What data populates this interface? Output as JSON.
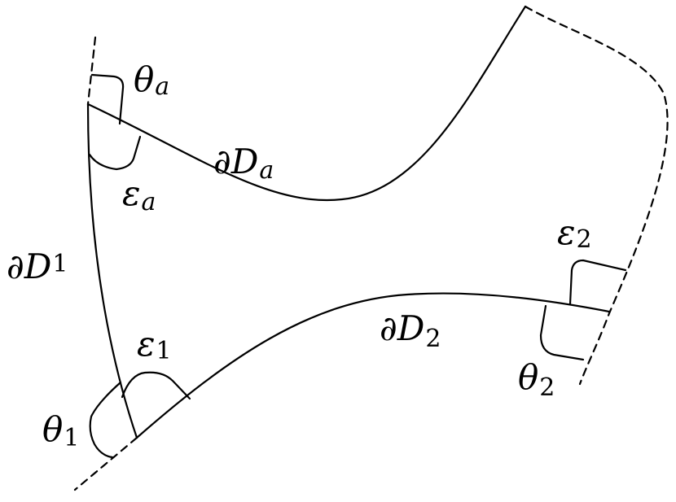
{
  "labels": {
    "theta_a": {
      "main": "θ",
      "sub": "a"
    },
    "epsilon_a": {
      "main": "ε",
      "sub": "a"
    },
    "boundary_a": {
      "main": "∂D",
      "sub": "a"
    },
    "boundary_1": {
      "main": "∂D",
      "sub": "1"
    },
    "boundary_2": {
      "main": "∂D",
      "sub": "2"
    },
    "epsilon_1": {
      "main": "ε",
      "sub": "1"
    },
    "theta_1": {
      "main": "θ",
      "sub": "1"
    },
    "epsilon_2": {
      "main": "ε",
      "sub": "2"
    },
    "theta_2": {
      "main": "θ",
      "sub": "2"
    }
  },
  "colors": {
    "stroke": "#000000",
    "background": "#ffffff"
  }
}
